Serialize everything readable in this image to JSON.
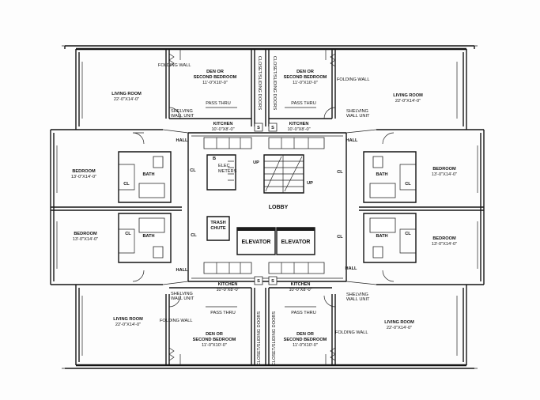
{
  "rooms": {
    "living_tl_name": "LIVING ROOM",
    "living_tl_dim": "22'-0\"X14'-0\"",
    "living_tr_name": "LIVING ROOM",
    "living_tr_dim": "22'-0\"X14'-0\"",
    "living_bl_name": "LIVING ROOM",
    "living_bl_dim": "22'-0\"X14'-0\"",
    "living_br_name": "LIVING ROOM",
    "living_br_dim": "22'-0\"X14'-0\"",
    "den_tl_l1": "DEN OR",
    "den_tl_l2": "SECOND BEDROOM",
    "den_tl_dim": "11'-0\"X10'-0\"",
    "den_tr_l1": "DEN OR",
    "den_tr_l2": "SECOND BEDROOM",
    "den_tr_dim": "11'-0\"X10'-0\"",
    "den_bl_l1": "DEN OR",
    "den_bl_l2": "SECOND BEDROOM",
    "den_bl_dim": "11'-0\"X10'-0\"",
    "den_br_l1": "DEN OR",
    "den_br_l2": "SECOND BEDROOM",
    "den_br_dim": "11'-0\"X10'-0\"",
    "kitchen_tl_name": "KITCHEN",
    "kitchen_tl_dim": "10'-0\"X8'-0\"",
    "kitchen_tr_name": "KITCHEN",
    "kitchen_tr_dim": "10'-0\"X8'-0\"",
    "kitchen_bl_name": "KITCHEN",
    "kitchen_bl_dim": "10'-0\"X8'-0\"",
    "kitchen_br_name": "KITCHEN",
    "kitchen_br_dim": "10'-0\"X8'-0\"",
    "bedroom_ul_name": "BEDROOM",
    "bedroom_ul_dim": "13'-0\"X14'-0\"",
    "bedroom_ll_name": "BEDROOM",
    "bedroom_ll_dim": "13'-0\"X14'-0\"",
    "bedroom_ur_name": "BEDROOM",
    "bedroom_ur_dim": "13'-0\"X14'-0\"",
    "bedroom_lr_name": "BEDROOM",
    "bedroom_lr_dim": "13'-0\"X14'-0\""
  },
  "notes": {
    "folding_wall": "FOLDING WALL",
    "shelving": "SHELVING",
    "wall_unit": "WALL UNIT",
    "pass_thru": "PASS THRU",
    "closet_doors": "CLOSET/SLIDING DOORS",
    "hall": "HALL",
    "bath": "BATH",
    "cl": "CL",
    "s": "S",
    "lobby": "LOBBY",
    "elevator": "ELEVATOR",
    "trash": "TRASH",
    "chute": "CHUTE",
    "elec": "ELEC",
    "meters": "METERS",
    "b": "B",
    "up": "UP"
  }
}
